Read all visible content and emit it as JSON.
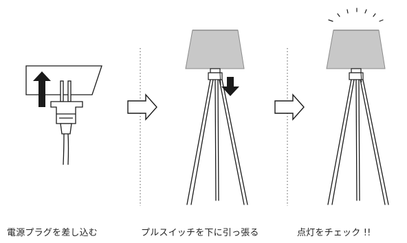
{
  "steps": [
    {
      "caption": "電源プラグを差し込む"
    },
    {
      "caption": "プルスイッチを下に引っ張る"
    },
    {
      "caption": "点灯をチェック !!"
    }
  ],
  "colors": {
    "line": "#1a1a1a",
    "shade": "#c8c8c8",
    "shade_outline": "#8a8a8a",
    "arrow_fill": "#1a1a1a",
    "separator": "#555555"
  }
}
